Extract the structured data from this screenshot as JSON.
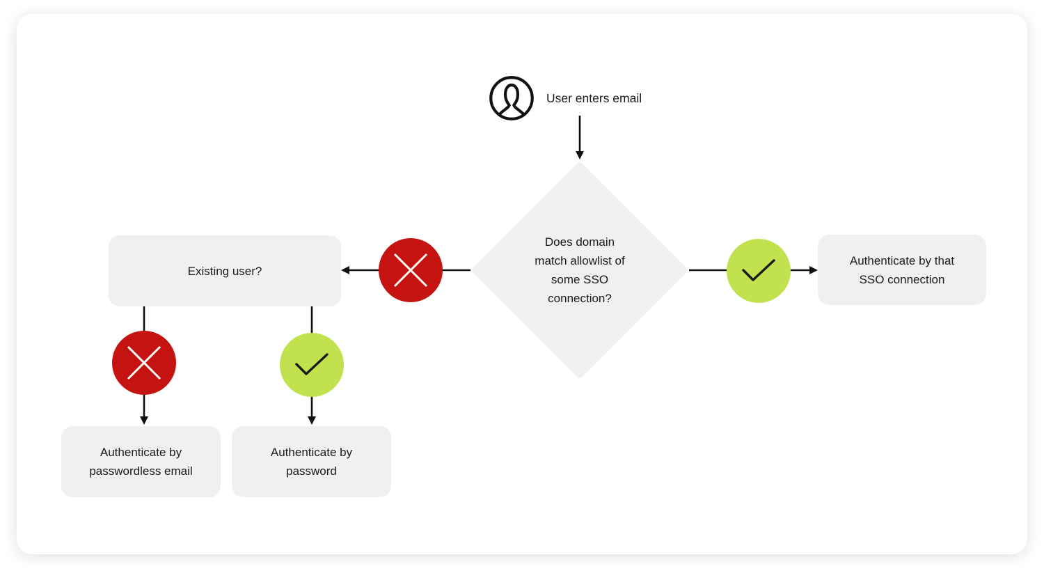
{
  "colors": {
    "canvas": "#ffffff",
    "node-fill": "#f0f0f0",
    "text": "#1a1a1a",
    "line": "#111111",
    "no-red": "#c41310",
    "yes-green": "#c1e14f",
    "x-mark": "#ffffff",
    "check-mark": "#1a1a1a"
  },
  "icons": {
    "start": "user-avatar-icon",
    "no_branch": "cross-icon",
    "yes_branch": "checkmark-icon"
  },
  "flow": {
    "start_label": "User enters email",
    "decision_label": "Does domain\nmatch allowlist of\nsome SSO\nconnection?",
    "existing_user_label": "Existing user?",
    "auth_sso_label": "Authenticate by that\nSSO connection",
    "auth_passwordless_label": "Authenticate by\npasswordless email",
    "auth_password_label": "Authenticate by\npassword"
  }
}
